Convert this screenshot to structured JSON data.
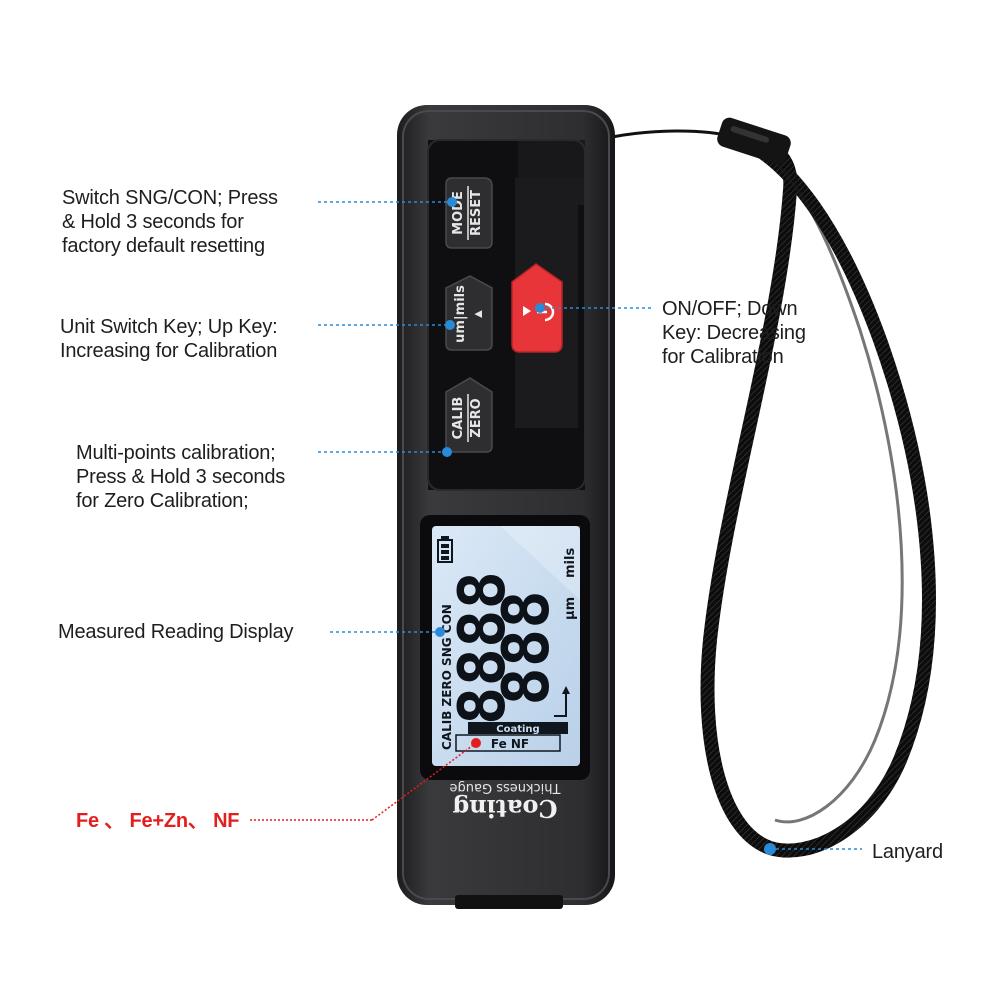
{
  "callouts": {
    "mode": {
      "lines": [
        "Switch SNG/CON; Press",
        "& Hold 3 seconds for",
        "factory default resetting"
      ]
    },
    "unit": {
      "lines": [
        "Unit Switch Key; Up Key:",
        "Increasing for Calibration"
      ]
    },
    "calib": {
      "lines": [
        "Multi-points calibration;",
        "Press & Hold 3 seconds",
        "for Zero Calibration;"
      ]
    },
    "display": {
      "lines": [
        "Measured Reading Display"
      ]
    },
    "material": {
      "text": "Fe 、 Fe+Zn、 NF"
    },
    "power": {
      "lines": [
        "ON/OFF; Down",
        "Key: Decreasing",
        "for Calibration"
      ]
    },
    "lanyard": {
      "text": "Lanyard"
    }
  },
  "device": {
    "keys": {
      "mode_top": "MODE",
      "mode_bottom": "RESET",
      "unit": "um|mils",
      "unit_arrow": "▲",
      "calib_top": "CALIB",
      "calib_bottom": "ZERO"
    },
    "lcd": {
      "reading_top": "8888",
      "reading_bottom": "888",
      "unit_um": "μm",
      "unit_mils": "mils",
      "mode_labels": "CALIB ZERO SNG CON",
      "coating_label": "Coating",
      "material_label": "Fe NF"
    },
    "brand_main": "Coating",
    "brand_sub": "Thickness Gauge"
  },
  "colors": {
    "body": "#2b2b2d",
    "panel": "#101012",
    "power_key": "#e8353a",
    "lcd": "#c9dcef",
    "leader": "#2a8ad6",
    "accent_red": "#e41e1e"
  }
}
